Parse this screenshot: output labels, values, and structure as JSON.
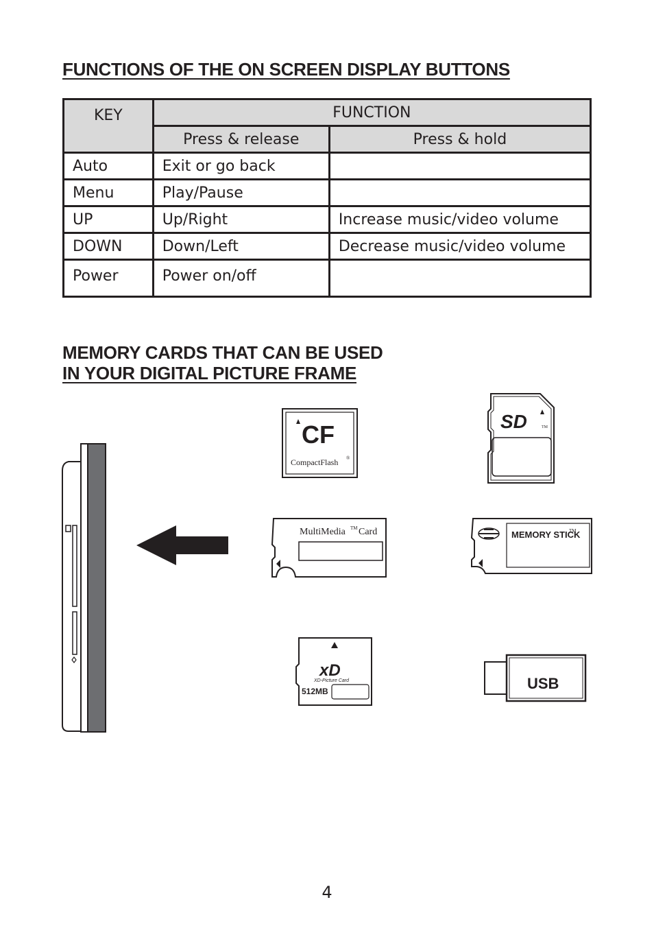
{
  "heading1": "FUNCTIONS OF THE ON SCREEN DISPLAY BUTTONS",
  "table": {
    "header": {
      "key": "KEY",
      "function": "FUNCTION",
      "press_release": "Press & release",
      "press_hold": "Press & hold"
    },
    "rows": [
      {
        "key": "Auto",
        "press_release": "Exit or go back",
        "press_hold": ""
      },
      {
        "key": "Menu",
        "press_release": "Play/Pause",
        "press_hold": ""
      },
      {
        "key": "UP",
        "press_release": "Up/Right",
        "press_hold": "Increase music/video volume"
      },
      {
        "key": "DOWN",
        "press_release": "Down/Left",
        "press_hold": "Decrease music/video volume"
      },
      {
        "key": "Power",
        "press_release": "Power on/off",
        "press_hold": ""
      }
    ]
  },
  "heading2": {
    "line1": "MEMORY CARDS THAT CAN BE USED",
    "line2": "IN YOUR DIGITAL PICTURE FRAME"
  },
  "cards": {
    "cf": {
      "logo": "CF",
      "name": "CompactFlash",
      "mark": "®"
    },
    "sd": {
      "logo": "SD",
      "mark": "TM"
    },
    "mmc": {
      "name": "MultiMedia",
      "tm": "TM",
      "suffix": "Card"
    },
    "memory_stick": {
      "name": "MEMORY STICK",
      "tm": "TM"
    },
    "xd": {
      "logo": "xD",
      "name": "XD-Picture Card",
      "capacity": "512MB"
    },
    "usb": {
      "label": "USB"
    }
  },
  "page_number": "4"
}
